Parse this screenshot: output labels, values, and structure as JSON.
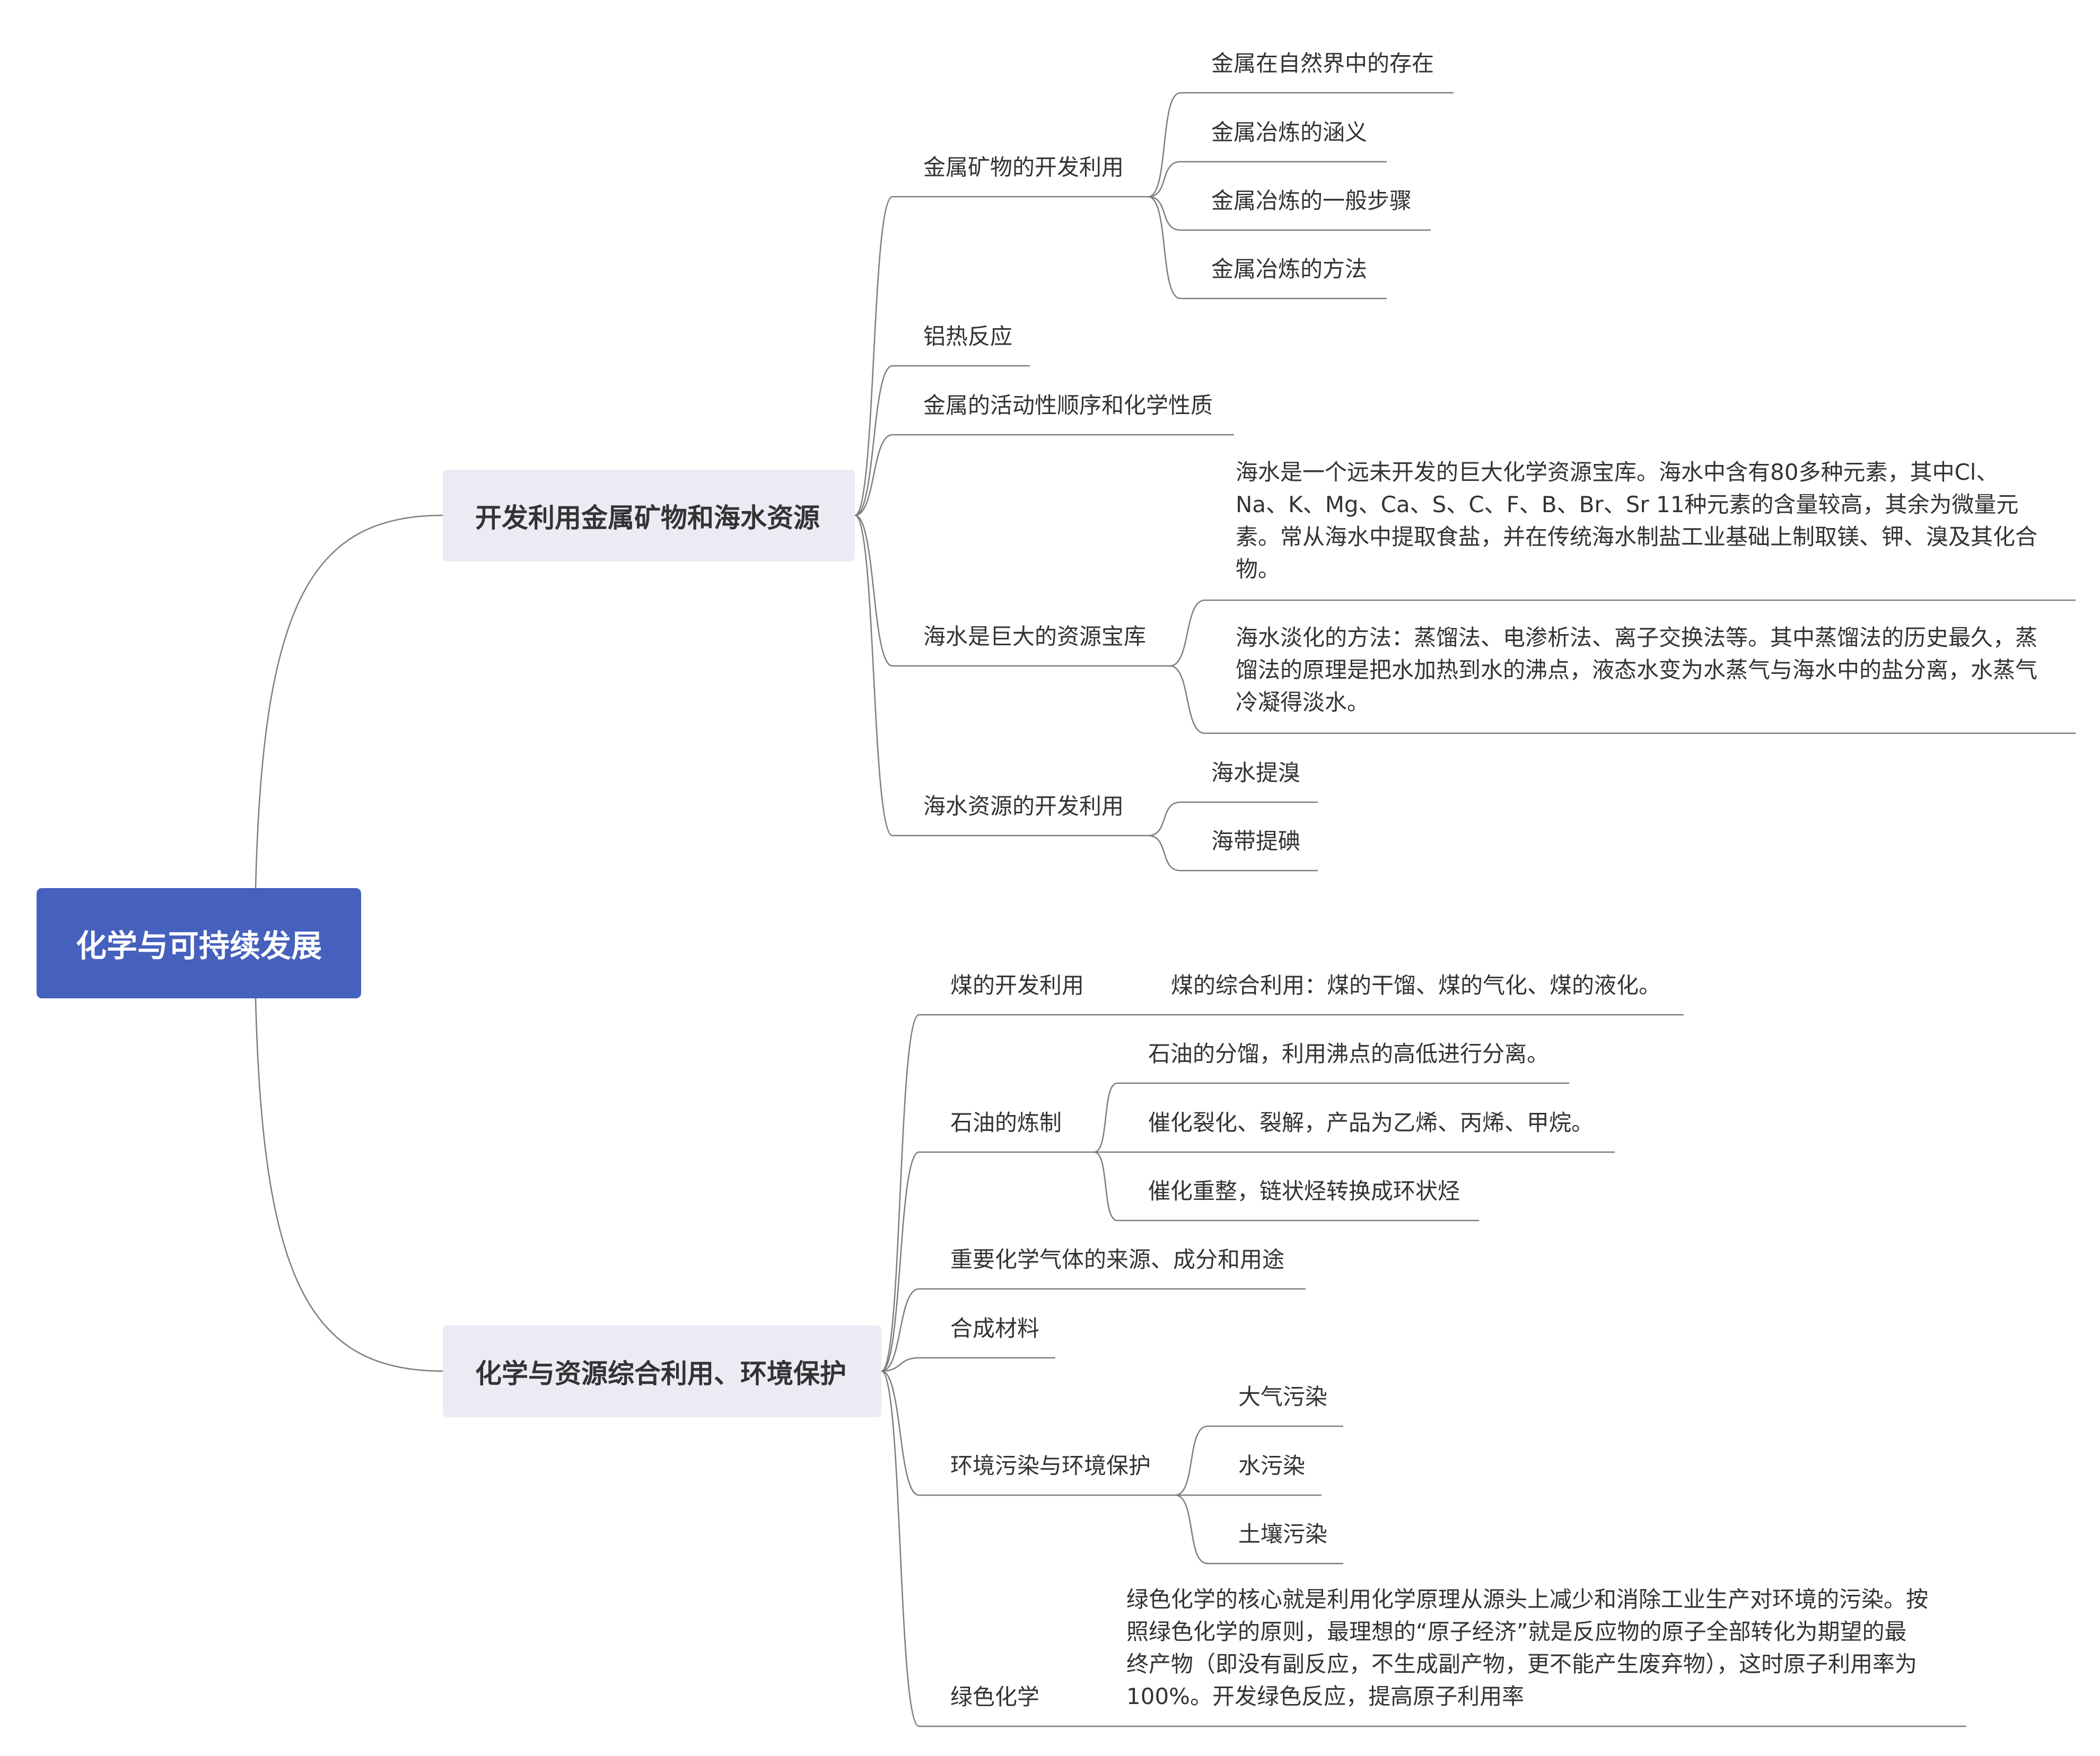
{
  "root": {
    "label": "化学与可持续发展"
  },
  "branches": [
    {
      "label": "开发利用金属矿物和海水资源",
      "topics": [
        {
          "label": "金属矿物的开发利用",
          "subtopics": [
            "金属在自然界中的存在",
            "金属冶炼的涵义",
            "金属冶炼的一般步骤",
            "金属冶炼的方法"
          ]
        },
        {
          "label": "铝热反应"
        },
        {
          "label": "金属的活动性顺序和化学性质"
        },
        {
          "label": "海水是巨大的资源宝库",
          "subtopics": [
            {
              "lines": [
                "海水是一个远未开发的巨大化学资源宝库。海水中含有80多种元素，其中Cl、",
                "Na、K、Mg、Ca、S、C、F、B、Br、Sr 11种元素的含量较高，其余为微量元",
                "素。常从海水中提取食盐，并在传统海水制盐工业基础上制取镁、钾、溴及其化合",
                "物。"
              ]
            },
            {
              "lines": [
                "海水淡化的方法：蒸馏法、电渗析法、离子交换法等。其中蒸馏法的历史最久，蒸",
                "馏法的原理是把水加热到水的沸点，液态水变为水蒸气与海水中的盐分离，水蒸气",
                "冷凝得淡水。"
              ]
            }
          ]
        },
        {
          "label": "海水资源的开发利用",
          "subtopics": [
            "海水提溴",
            "海带提碘"
          ]
        }
      ]
    },
    {
      "label": "化学与资源综合利用、环境保护",
      "topics": [
        {
          "label": "煤的开发利用",
          "subtopics": [
            "煤的综合利用：煤的干馏、煤的气化、煤的液化。"
          ]
        },
        {
          "label": "石油的炼制",
          "subtopics": [
            "石油的分馏，利用沸点的高低进行分离。",
            "催化裂化、裂解，产品为乙烯、丙烯、甲烷。",
            "催化重整，链状烃转换成环状烃"
          ]
        },
        {
          "label": "重要化学气体的来源、成分和用途"
        },
        {
          "label": "合成材料"
        },
        {
          "label": "环境污染与环境保护",
          "subtopics": [
            "大气污染",
            "水污染",
            "土壤污染"
          ]
        },
        {
          "label": "绿色化学",
          "subtopics": [
            {
              "lines": [
                "绿色化学的核心就是利用化学原理从源头上减少和消除工业生产对环境的污染。按",
                "照绿色化学的原则，最理想的“原子经济”就是反应物的原子全部转化为期望的最",
                "终产物（即没有副反应，不生成副产物，更不能产生废弃物），这时原子利用率为",
                "100%。开发绿色反应，提高原子利用率"
              ]
            }
          ]
        }
      ]
    }
  ],
  "colors": {
    "central_fill": "#4660bd",
    "central_text": "#ffffff",
    "main_fill": "#ebebf3",
    "line": "#7d7d7d",
    "text": "#333333"
  }
}
